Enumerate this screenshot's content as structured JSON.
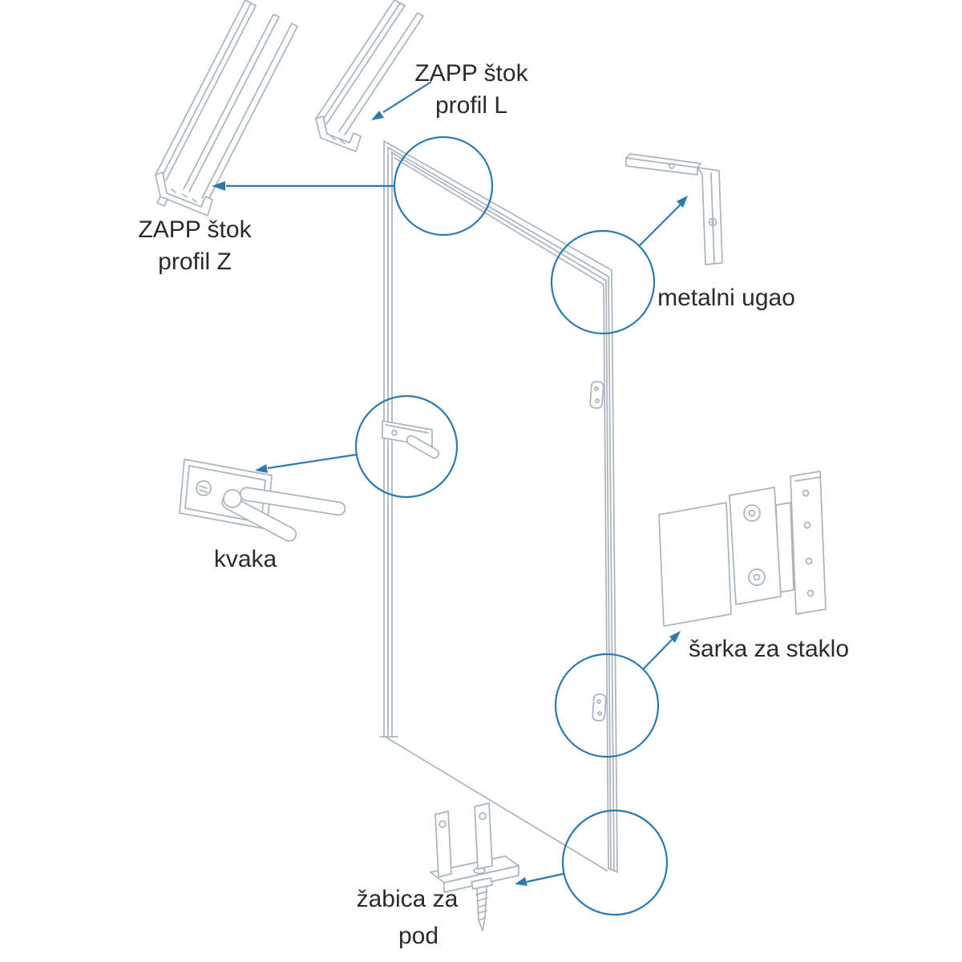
{
  "colors": {
    "accent": "#2e7bab",
    "line": "#a9b4bc",
    "text": "#2b2b2b",
    "background": "#ffffff"
  },
  "labels": {
    "profile_l": {
      "line1": "ZAPP štok",
      "line2": "profil L"
    },
    "profile_z": {
      "line1": "ZAPP štok",
      "line2": "profil Z"
    },
    "metal_corner": "metalni ugao",
    "handle": "kvaka",
    "glass_hinge": "šarka za staklo",
    "floor_clamp": {
      "line1": "žabica za",
      "line2": "pod"
    }
  }
}
